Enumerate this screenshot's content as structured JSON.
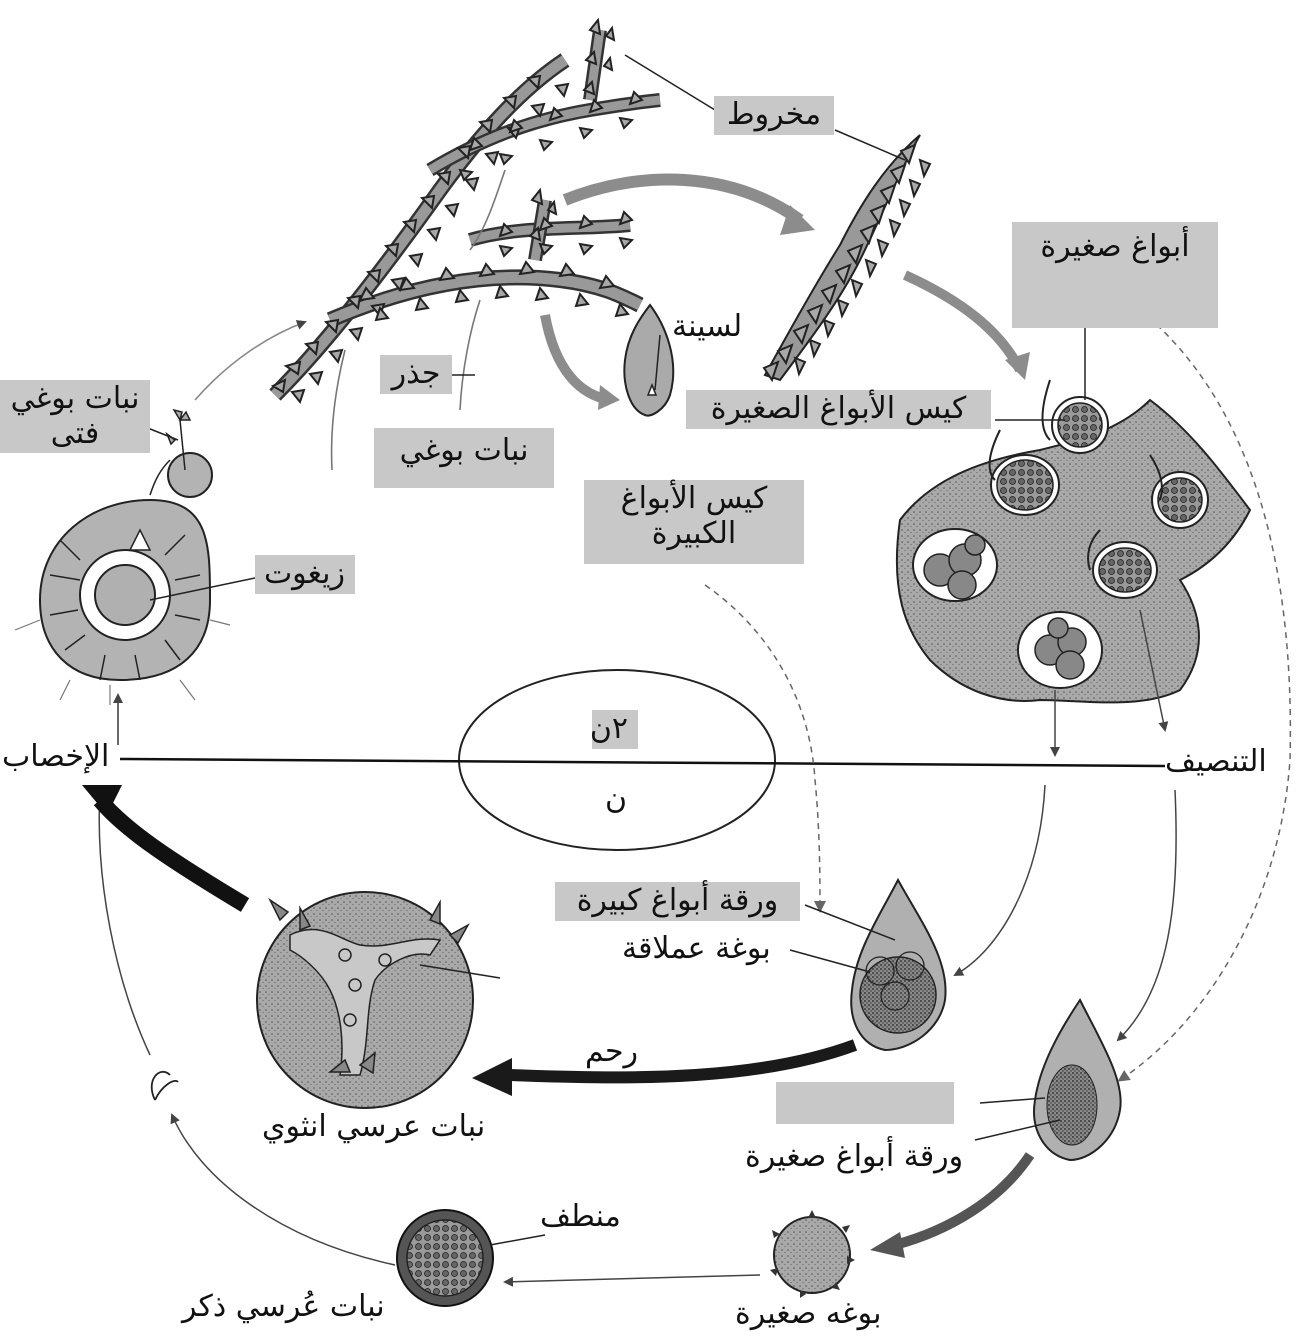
{
  "labels": {
    "cone": "مخروط",
    "microspores": "أبواغ صغيرة",
    "ligule": "لسينة",
    "root": "جذر",
    "sporophyte": "نبات بوغي",
    "young_sporophyte_l1": "نبات بوغي",
    "young_sporophyte_l2": "فتى",
    "microsporangium": "كيس الأبواغ الصغيرة",
    "megasporangium_l1": "كيس الأبواغ",
    "megasporangium_l2": "الكبيرة",
    "zygote": "زيغوت",
    "diploid": "٢ن",
    "haploid": "ن",
    "fertilization": "الإخصاب",
    "meiosis": "التنصيف",
    "megasporophyll": "ورقة أبواغ كبيرة",
    "megaspore": "بوغة عملاقة",
    "archegonium": "رحم",
    "female_gametophyte": "نبات عرسي انثوي",
    "microsporophyll": "ورقة أبواغ صغيرة",
    "antheridium": "منطف",
    "male_gametophyte": "نبات عُرسي ذكر",
    "microspore": "بوغه صغيرة"
  },
  "colors": {
    "box_fill": "#c8c8c8",
    "tissue_fill": "#b3b3b3",
    "arrow_gray": "#8c8c8c",
    "arrow_dark": "#1a1a1a",
    "line": "#222222"
  }
}
